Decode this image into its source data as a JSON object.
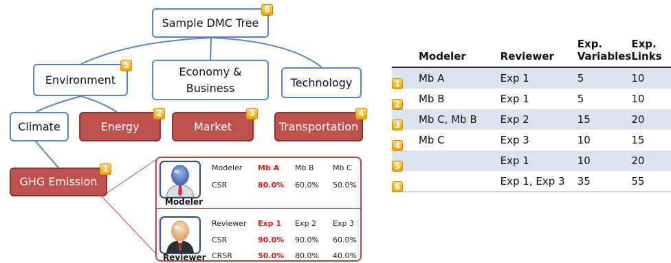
{
  "tree": {
    "root": {
      "label": "Sample DMC Tree",
      "badge": "6"
    },
    "environment": {
      "label": "Environment",
      "badge": "5"
    },
    "economy": {
      "line1": "Economy &",
      "line2": "Business"
    },
    "technology": {
      "label": "Technology"
    },
    "climate": {
      "label": "Climate"
    },
    "energy": {
      "label": "Energy",
      "badge": "2"
    },
    "market": {
      "label": "Market",
      "badge": "3"
    },
    "transportation": {
      "label": "Transportation",
      "badge": "4"
    },
    "ghg": {
      "label": "GHG Emission",
      "badge": "1"
    }
  },
  "popup": {
    "modeler": {
      "caption": "Modeler",
      "header": [
        "Modeler",
        "Mb A",
        "Mb B",
        "Mb C"
      ],
      "rows": [
        [
          "CSR",
          "80.0%",
          "60.0%",
          "50.0%"
        ]
      ]
    },
    "reviewer": {
      "caption": "Reviewer",
      "header": [
        "Reviewer",
        "Exp 1",
        "Exp 2",
        "Exp 3"
      ],
      "rows": [
        [
          "CSR",
          "90.0%",
          "90.0%",
          "60.0%"
        ],
        [
          "CRSR",
          "50.0%",
          "80.0%",
          "40.0%"
        ]
      ]
    }
  },
  "table": {
    "columns": [
      "Modeler",
      "Reviewer",
      "Exp.\nVariables",
      "Exp.\nLinks"
    ],
    "rows": [
      {
        "badge": "1",
        "modeler": "Mb A",
        "reviewer": "Exp 1",
        "variables": "5",
        "links": "10"
      },
      {
        "badge": "2",
        "modeler": "Mb B",
        "reviewer": "Exp 1",
        "variables": "5",
        "links": "10"
      },
      {
        "badge": "3",
        "modeler": "Mb C, Mb B",
        "reviewer": "Exp 2",
        "variables": "15",
        "links": "20"
      },
      {
        "badge": "4",
        "modeler": "Mb C",
        "reviewer": "Exp 3",
        "variables": "10",
        "links": "15"
      },
      {
        "badge": "5",
        "modeler": "",
        "reviewer": "Exp 1",
        "variables": "10",
        "links": "20"
      },
      {
        "badge": "6",
        "modeler": "",
        "reviewer": "Exp 1, Exp 3",
        "variables": "35",
        "links": "55"
      }
    ]
  },
  "colors": {
    "node_border": "#5b84c4",
    "leaf_fill": "#c0504d",
    "badge_fill": "#f5b400",
    "highlight_text": "#e0191b",
    "row_shading": "#dbe4f0"
  }
}
